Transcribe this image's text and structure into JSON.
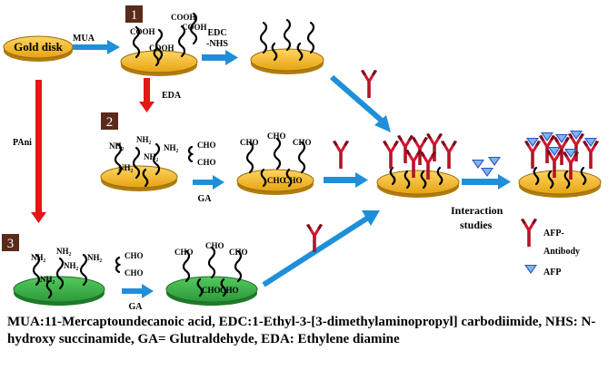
{
  "labels": {
    "gold_disk": "Gold disk",
    "mua": "MUA",
    "edc_nhs_1": "EDC",
    "edc_nhs_2": "-NHS",
    "eda": "EDA",
    "pani": "PAni",
    "ga_2": "GA",
    "ga_3": "GA",
    "interaction_1": "Interaction",
    "interaction_2": "studies",
    "legend_antibody_1": "AFP-",
    "legend_antibody_2": "Antibody",
    "legend_afp": "AFP"
  },
  "steps": {
    "one": "1",
    "two": "2",
    "three": "3"
  },
  "groups": {
    "cooh": "COOH",
    "nh2": "NH₂",
    "cho": "CHO"
  },
  "caption": "MUA:11-Mercaptoundecanoic acid, EDC:1-Ethyl-3-[3-dimethylaminopropyl] carbodiimide, NHS: N-hydroxy succinamide, GA= Glutraldehyde, EDA: Ethylene diamine",
  "colors": {
    "gold": "#f4b921",
    "green": "#3db34a",
    "arrow_blue": "#1f8fd8",
    "arrow_red": "#e51616",
    "antibody_red": "#c8102e",
    "afp_blue": "#2b53c8",
    "step_box": "#5a2a1a"
  }
}
